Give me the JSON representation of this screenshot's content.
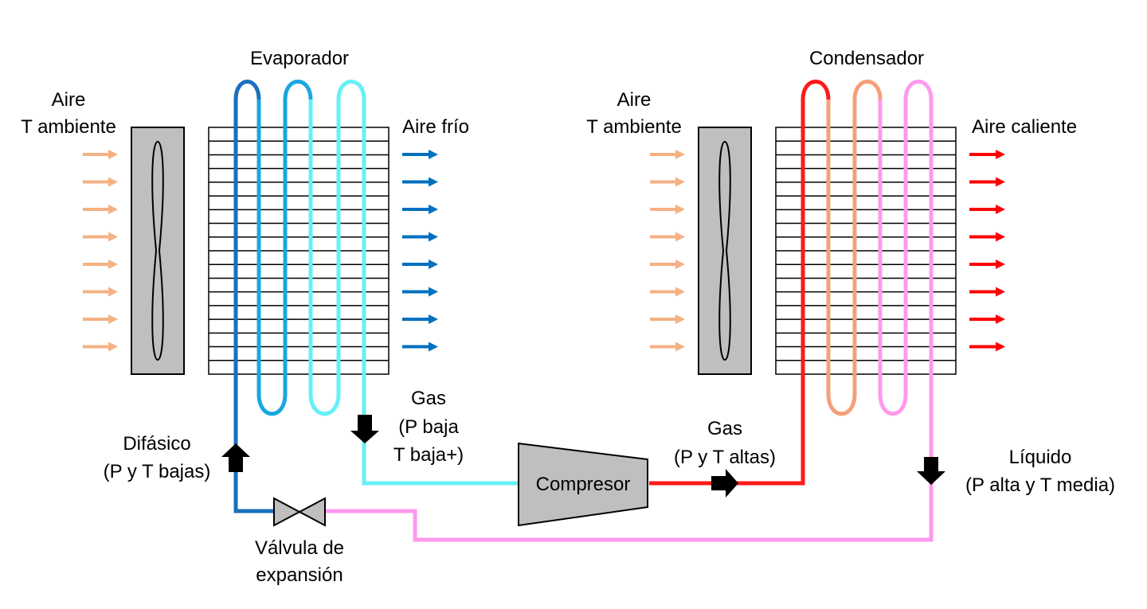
{
  "labels": {
    "evaporator_title": "Evaporador",
    "condenser_title": "Condensador",
    "left_air_in": [
      "Aire",
      "T ambiente"
    ],
    "left_air_out": "Aire frío",
    "right_air_in": [
      "Aire",
      "T ambiente"
    ],
    "right_air_out": "Aire caliente",
    "gas_low": [
      "Gas",
      "(P baja",
      "T baja+)"
    ],
    "gas_high": [
      "Gas",
      "(P y T altas)"
    ],
    "two_phase": [
      "Difásico",
      "(P y T bajas)"
    ],
    "liquid": [
      "Líquido",
      "(P alta y T media)"
    ],
    "valve": [
      "Válvula de",
      "expansión"
    ],
    "compressor": "Compresor"
  },
  "colors": {
    "air_ambient": "#f4b183",
    "air_cold": "#0070c0",
    "air_hot": "#ff0000",
    "evap_tube_1": "#1a6fbd",
    "evap_tube_2": "#1aa7e0",
    "evap_tube_3": "#66f0f5",
    "cond_tube_1": "#ff1a1a",
    "cond_tube_2": "#f4a07a",
    "cond_tube_3": "#ff99ee",
    "line_liquid": "#ff99ee",
    "line_hot_gas": "#ff0000",
    "line_cold_gas": "#66f0f5",
    "line_two_phase": "#1a6fbd",
    "component_fill": "#bfbfbf",
    "flow_arrow": "#000000"
  },
  "icons": {
    "fan": "fan-blade-icon",
    "flow": "flow-direction-arrow-icon",
    "valve": "expansion-valve-icon"
  }
}
